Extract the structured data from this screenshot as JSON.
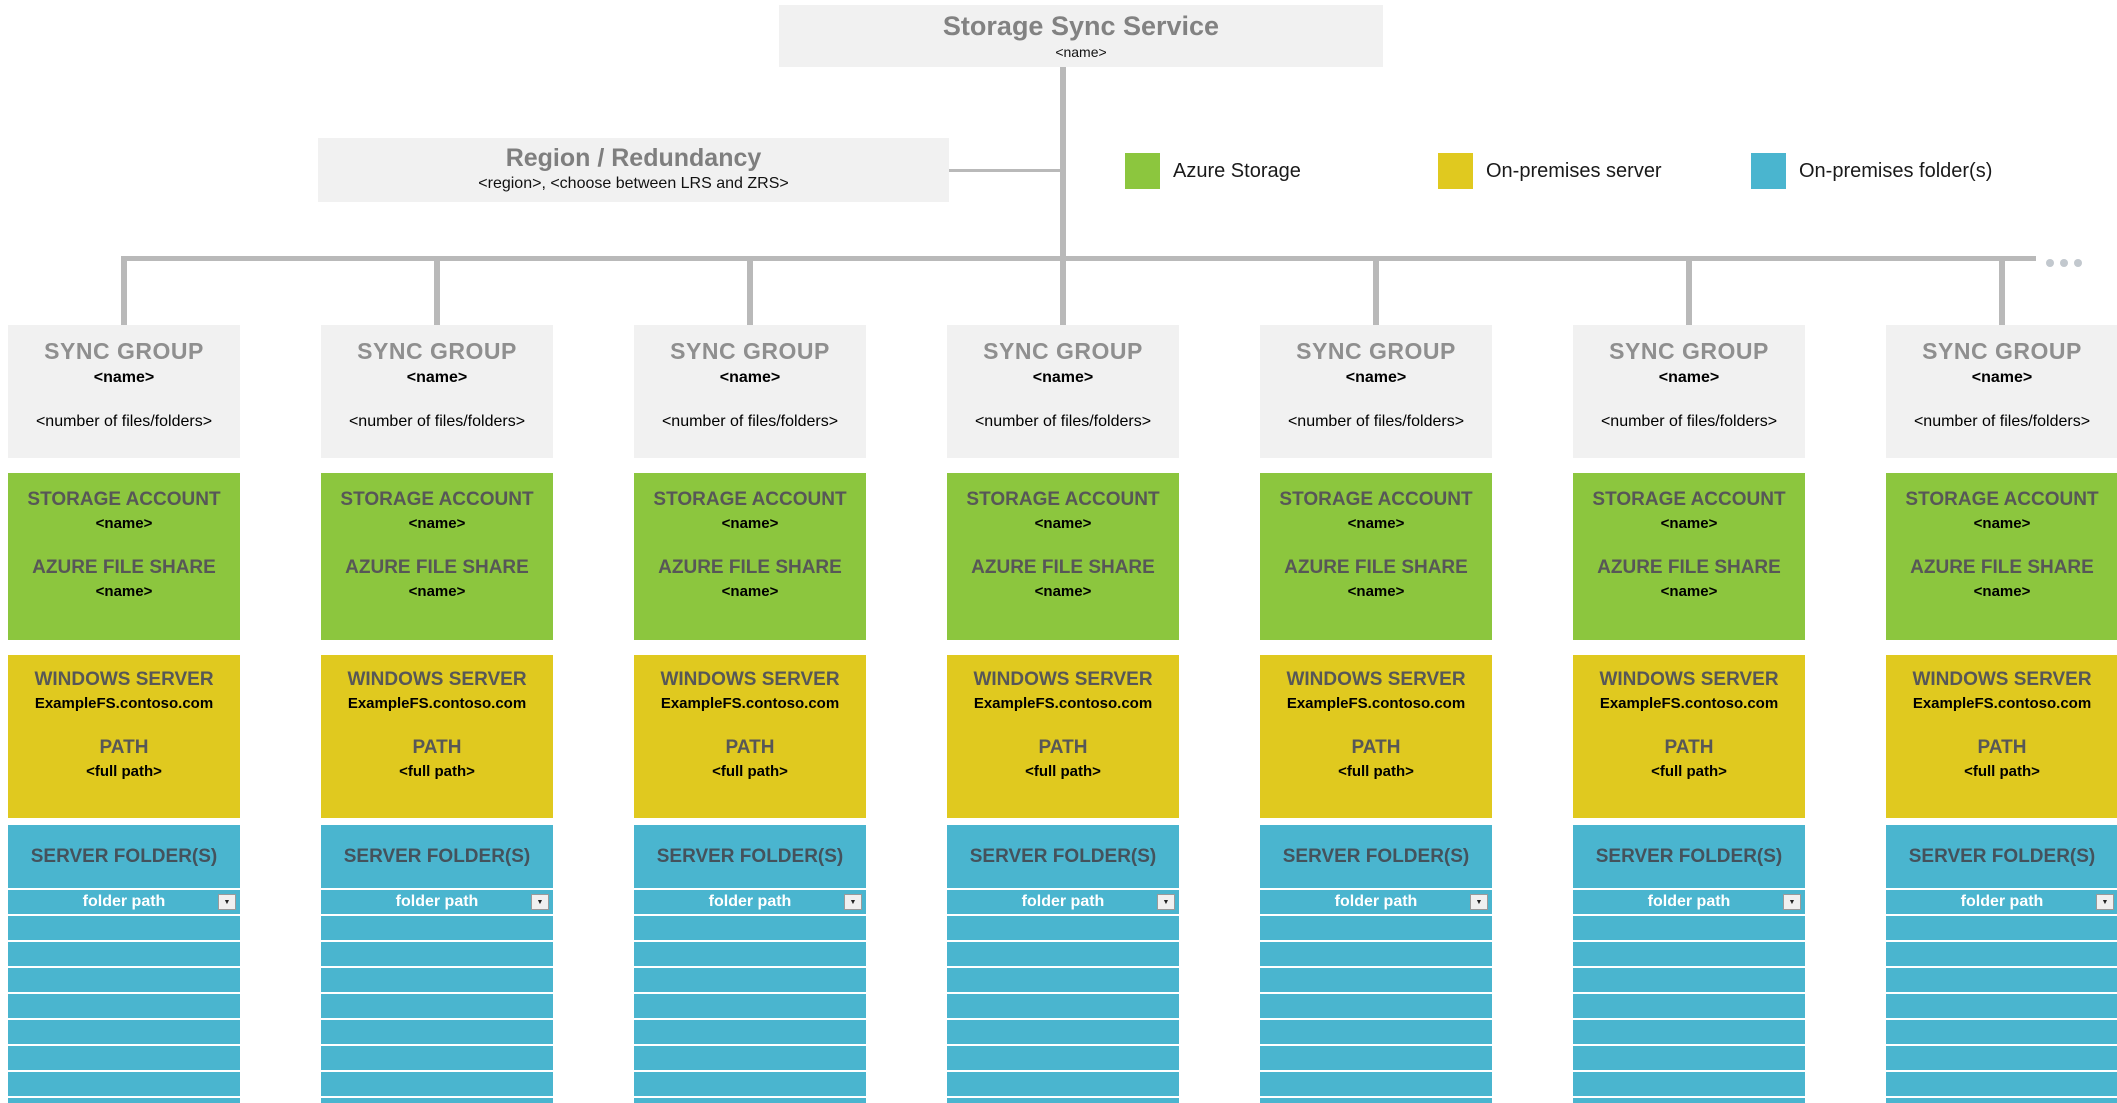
{
  "service": {
    "title": "Storage Sync Service",
    "name": "<name>"
  },
  "region": {
    "title": "Region / Redundancy",
    "subtitle": "<region>, <choose between LRS and ZRS>"
  },
  "legend": {
    "items": [
      {
        "label": "Azure Storage",
        "color": "#8cc63e"
      },
      {
        "label": "On-premises server",
        "color": "#e0c91f"
      },
      {
        "label": "On-premises folder(s)",
        "color": "#4ab5cf"
      }
    ]
  },
  "colors": {
    "azure_storage_green": "#8cc63e",
    "on_premises_server_yellow": "#e0c91f",
    "on_premises_folder_teal": "#4ab5cf",
    "box_gray": "#f1f1f1",
    "connector_gray": "#b9b9b9"
  },
  "overflow_indicator": {
    "dot_count": 3
  },
  "sync_groups": [
    {
      "title": "SYNC GROUP",
      "name": "<name>",
      "files": "<number of files/folders>",
      "storage_account_label": "STORAGE ACCOUNT",
      "storage_account_name": "<name>",
      "file_share_label": "AZURE FILE SHARE",
      "file_share_name": "<name>",
      "server_label": "WINDOWS SERVER",
      "server_name": "ExampleFS.contoso.com",
      "path_label": "PATH",
      "path_value": "<full path>",
      "folders_label": "SERVER FOLDER(S)",
      "folder_path": "folder path",
      "empty_row_count": 8
    },
    {
      "title": "SYNC GROUP",
      "name": "<name>",
      "files": "<number of files/folders>",
      "storage_account_label": "STORAGE ACCOUNT",
      "storage_account_name": "<name>",
      "file_share_label": "AZURE FILE SHARE",
      "file_share_name": "<name>",
      "server_label": "WINDOWS SERVER",
      "server_name": "ExampleFS.contoso.com",
      "path_label": "PATH",
      "path_value": "<full path>",
      "folders_label": "SERVER FOLDER(S)",
      "folder_path": "folder path",
      "empty_row_count": 8
    },
    {
      "title": "SYNC GROUP",
      "name": "<name>",
      "files": "<number of files/folders>",
      "storage_account_label": "STORAGE ACCOUNT",
      "storage_account_name": "<name>",
      "file_share_label": "AZURE FILE SHARE",
      "file_share_name": "<name>",
      "server_label": "WINDOWS SERVER",
      "server_name": "ExampleFS.contoso.com",
      "path_label": "PATH",
      "path_value": "<full path>",
      "folders_label": "SERVER FOLDER(S)",
      "folder_path": "folder path",
      "empty_row_count": 8
    },
    {
      "title": "SYNC GROUP",
      "name": "<name>",
      "files": "<number of files/folders>",
      "storage_account_label": "STORAGE ACCOUNT",
      "storage_account_name": "<name>",
      "file_share_label": "AZURE FILE SHARE",
      "file_share_name": "<name>",
      "server_label": "WINDOWS SERVER",
      "server_name": "ExampleFS.contoso.com",
      "path_label": "PATH",
      "path_value": "<full path>",
      "folders_label": "SERVER FOLDER(S)",
      "folder_path": "folder path",
      "empty_row_count": 8
    },
    {
      "title": "SYNC GROUP",
      "name": "<name>",
      "files": "<number of files/folders>",
      "storage_account_label": "STORAGE ACCOUNT",
      "storage_account_name": "<name>",
      "file_share_label": "AZURE FILE SHARE",
      "file_share_name": "<name>",
      "server_label": "WINDOWS SERVER",
      "server_name": "ExampleFS.contoso.com",
      "path_label": "PATH",
      "path_value": "<full path>",
      "folders_label": "SERVER FOLDER(S)",
      "folder_path": "folder path",
      "empty_row_count": 8
    },
    {
      "title": "SYNC GROUP",
      "name": "<name>",
      "files": "<number of files/folders>",
      "storage_account_label": "STORAGE ACCOUNT",
      "storage_account_name": "<name>",
      "file_share_label": "AZURE FILE SHARE",
      "file_share_name": "<name>",
      "server_label": "WINDOWS SERVER",
      "server_name": "ExampleFS.contoso.com",
      "path_label": "PATH",
      "path_value": "<full path>",
      "folders_label": "SERVER FOLDER(S)",
      "folder_path": "folder path",
      "empty_row_count": 8
    },
    {
      "title": "SYNC GROUP",
      "name": "<name>",
      "files": "<number of files/folders>",
      "storage_account_label": "STORAGE ACCOUNT",
      "storage_account_name": "<name>",
      "file_share_label": "AZURE FILE SHARE",
      "file_share_name": "<name>",
      "server_label": "WINDOWS SERVER",
      "server_name": "ExampleFS.contoso.com",
      "path_label": "PATH",
      "path_value": "<full path>",
      "folders_label": "SERVER FOLDER(S)",
      "folder_path": "folder path",
      "empty_row_count": 8
    }
  ]
}
